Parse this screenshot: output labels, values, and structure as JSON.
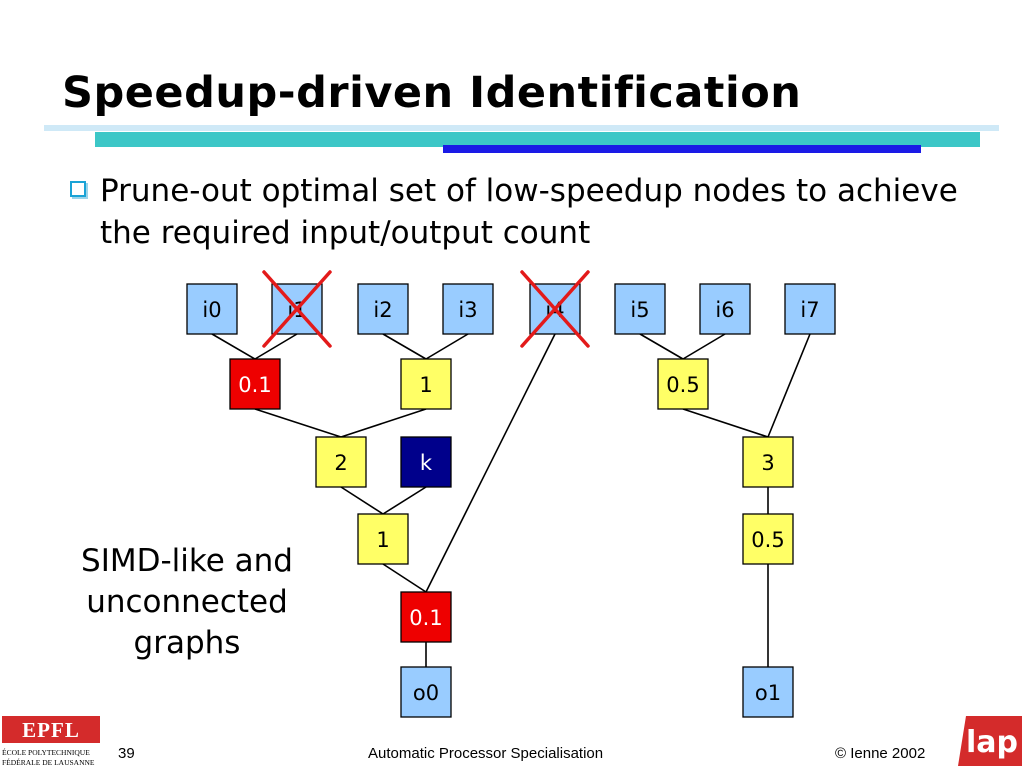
{
  "slide": {
    "title": "Speedup-driven Identification",
    "bullet": "Prune-out optimal set of low-speedup nodes to achieve the required input/output count",
    "side_note_lines": [
      "SIMD-like and",
      "unconnected",
      "graphs"
    ]
  },
  "colors": {
    "input_fill": "#99ccff",
    "speedup_fill": "#ffff66",
    "pruned_fill": "#ee0000",
    "k_fill": "#00008b",
    "output_fill": "#99ccff",
    "cross": "#e31a1a",
    "accent_teal": "#3cc7c7",
    "accent_blue": "#1a1ae6"
  },
  "graph": {
    "nodes": {
      "i0": {
        "label": "i0",
        "kind": "input"
      },
      "i1": {
        "label": "i1",
        "kind": "input",
        "crossed": true
      },
      "i2": {
        "label": "i2",
        "kind": "input"
      },
      "i3": {
        "label": "i3",
        "kind": "input"
      },
      "i4": {
        "label": "i4",
        "kind": "input",
        "crossed": true
      },
      "i5": {
        "label": "i5",
        "kind": "input"
      },
      "i6": {
        "label": "i6",
        "kind": "input"
      },
      "i7": {
        "label": "i7",
        "kind": "input"
      },
      "a": {
        "label": "0.1",
        "kind": "pruned"
      },
      "b": {
        "label": "1",
        "kind": "speedup"
      },
      "c": {
        "label": "0.5",
        "kind": "speedup"
      },
      "d": {
        "label": "2",
        "kind": "speedup"
      },
      "k": {
        "label": "k",
        "kind": "k"
      },
      "e": {
        "label": "3",
        "kind": "speedup"
      },
      "f": {
        "label": "1",
        "kind": "speedup"
      },
      "g": {
        "label": "0.5",
        "kind": "speedup"
      },
      "h": {
        "label": "0.1",
        "kind": "pruned"
      },
      "o0": {
        "label": "o0",
        "kind": "output"
      },
      "o1": {
        "label": "o1",
        "kind": "output"
      }
    },
    "edges": [
      [
        "i0",
        "a"
      ],
      [
        "i1",
        "a"
      ],
      [
        "i2",
        "b"
      ],
      [
        "i3",
        "b"
      ],
      [
        "a",
        "d"
      ],
      [
        "b",
        "d"
      ],
      [
        "d",
        "f"
      ],
      [
        "k",
        "f"
      ],
      [
        "f",
        "h"
      ],
      [
        "i4",
        "h"
      ],
      [
        "h",
        "o0"
      ],
      [
        "i5",
        "c"
      ],
      [
        "i6",
        "c"
      ],
      [
        "c",
        "e"
      ],
      [
        "i7",
        "e"
      ],
      [
        "e",
        "g"
      ],
      [
        "g",
        "o1"
      ]
    ]
  },
  "footer": {
    "page_number": "39",
    "center": "Automatic Processor Specialisation",
    "right": "© Ienne 2002"
  },
  "logos": {
    "left_mark": "EPFL",
    "left_line1": "ÉCOLE POLYTECHNIQUE",
    "left_line2": "FÉDÉRALE DE LAUSANNE",
    "right_mark": "lap"
  }
}
